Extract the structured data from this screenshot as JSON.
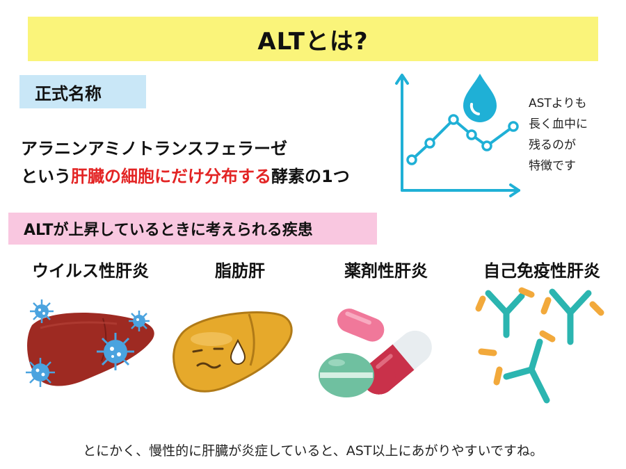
{
  "title": "ALTとは?",
  "official_name": {
    "label": "正式名称",
    "line1": "アラニンアミノトランスフェラーゼ",
    "line2_prefix": "という",
    "line2_highlight": "肝臓の細胞にだけ分布する",
    "line2_suffix": "酵素の1つ"
  },
  "side_note": {
    "lines": [
      "ASTよりも",
      "長く血中に",
      "残るのが",
      "特徴です"
    ]
  },
  "diseases": {
    "label": "ALTが上昇しているときに考えられる疾患",
    "items": [
      {
        "name": "ウイルス性肝炎",
        "icon": "liver-virus-icon"
      },
      {
        "name": "脂肪肝",
        "icon": "fatty-liver-icon"
      },
      {
        "name": "薬剤性肝炎",
        "icon": "pills-icon"
      },
      {
        "name": "自己免疫性肝炎",
        "icon": "antibody-icon"
      }
    ]
  },
  "footer": "とにかく、慢性的に肝臓が炎症していると、AST以上にあがりやすいですね。",
  "colors": {
    "title_bg": "#faf47a",
    "official_label_bg": "#c9e7f7",
    "disease_label_bg": "#f9c7e0",
    "highlight_red": "#e32424",
    "chart_blue": "#1fb0d6",
    "liver_red": "#9e2a22",
    "liver_fat": "#e6a92b"
  }
}
